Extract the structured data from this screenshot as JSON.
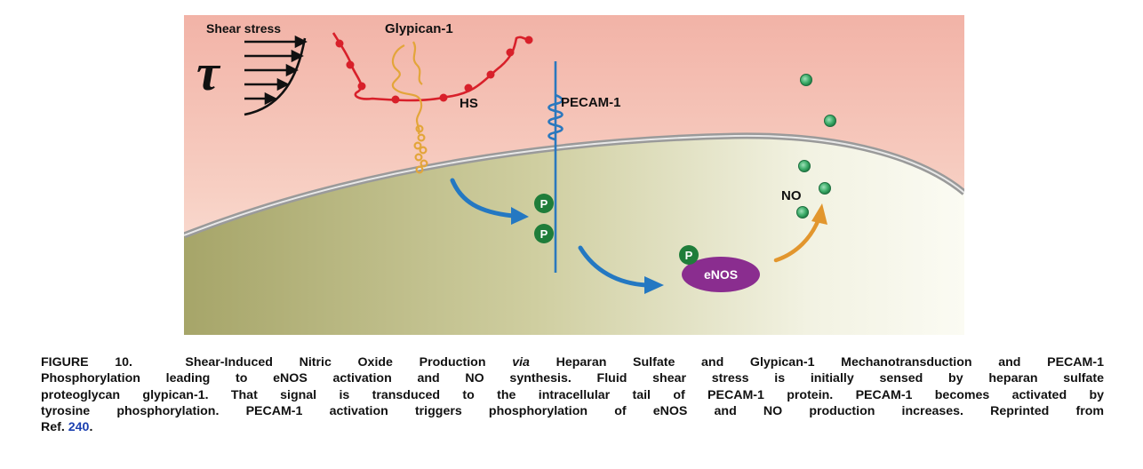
{
  "diagram": {
    "labels": {
      "shear_stress": "Shear stress",
      "tau_symbol": "τ",
      "glypican": "Glypican-1",
      "hs": "HS",
      "pecam": "PECAM-1",
      "no": "NO",
      "enos": "eNOS",
      "phospho": "P"
    },
    "colors": {
      "extracellular_top": "#f3b7ac",
      "extracellular_bottom": "#fbe6dd",
      "cytoplasm_left": "#a9a86c",
      "cytoplasm_right": "#fbfbf1",
      "membrane": "#8d8d8d",
      "heparan_sulfate": "#d8202a",
      "glypican": "#e3a53a",
      "pecam": "#2a78be",
      "phospho_group": "#1f7d3a",
      "nitric_oxide": "#3fae6b",
      "enos": "#8a2d8f",
      "signal_arrow": "#2478c2",
      "no_arrow": "#e2962e"
    }
  },
  "caption": {
    "figure_number": "FIGURE 10.",
    "title_part1": "Shear-Induced Nitric Oxide Production",
    "title_via": "via",
    "title_part2": "Heparan Sulfate and Glypican-1 Mechanotransduction and PECAM-1",
    "line2": "Phosphorylation leading to eNOS activation and NO synthesis. Fluid shear stress is initially sensed by heparan sulfate",
    "line3": "proteoglycan glypican-1. That signal is transduced to the intracellular tail of PECAM-1 protein. PECAM-1 becomes activated by",
    "line4": "tyrosine phosphorylation. PECAM-1 activation triggers phosphorylation of eNOS and NO production increases. Reprinted from",
    "ref_prefix": "Ref.",
    "ref_number": "240",
    "ref_suffix": "."
  }
}
